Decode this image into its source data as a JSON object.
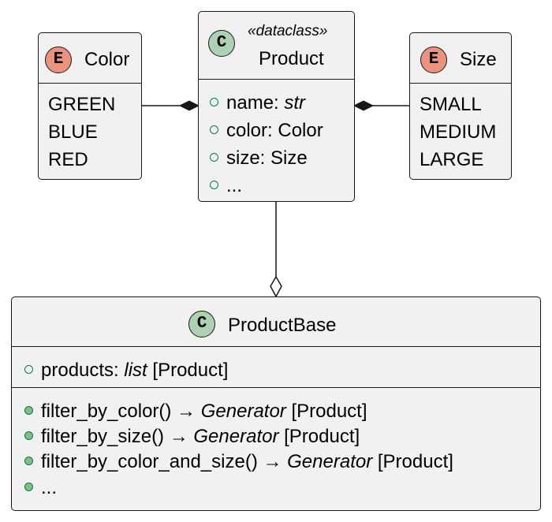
{
  "color_enum": {
    "badge": "E",
    "name": "Color",
    "literals": [
      "GREEN",
      "BLUE",
      "RED"
    ]
  },
  "product": {
    "badge": "C",
    "stereotype": "«dataclass»",
    "name": "Product",
    "fields": [
      {
        "name": "name: ",
        "type": "str"
      },
      {
        "name": "color: Color",
        "type": ""
      },
      {
        "name": "size: Size",
        "type": ""
      },
      {
        "name": "...",
        "type": ""
      }
    ]
  },
  "size_enum": {
    "badge": "E",
    "name": "Size",
    "literals": [
      "SMALL",
      "MEDIUM",
      "LARGE"
    ]
  },
  "product_base": {
    "badge": "C",
    "name": "ProductBase",
    "fields": [
      {
        "name": "products: ",
        "type": "list",
        "suffix": "[Product]"
      }
    ],
    "methods": [
      {
        "name": "filter_by_color() → ",
        "type": "Generator",
        "suffix": "[Product]"
      },
      {
        "name": "filter_by_size() → ",
        "type": "Generator",
        "suffix": "[Product]"
      },
      {
        "name": "filter_by_color_and_size() → ",
        "type": "Generator",
        "suffix": "[Product]"
      },
      {
        "name": "...",
        "type": "",
        "suffix": ""
      }
    ]
  },
  "colors": {
    "box_fill": "#f1f1f1",
    "border": "#181818",
    "enum_badge": "#eb937f",
    "class_badge": "#add1b2",
    "field_marker": "#038048",
    "method_marker_fill": "#84be84"
  }
}
